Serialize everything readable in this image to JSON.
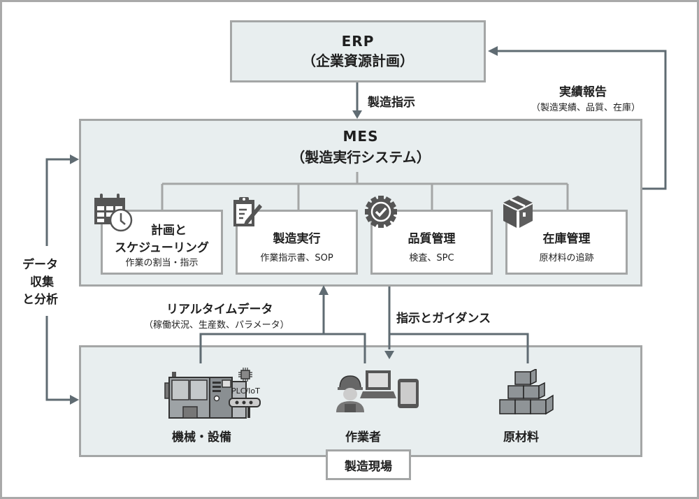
{
  "erp": {
    "title": "ERP",
    "subtitle": "（企業資源計画）"
  },
  "mes": {
    "title": "MES",
    "subtitle": "（製造実行システム）"
  },
  "arrows": {
    "erp_to_mes": "製造指示",
    "report_title": "実績報告",
    "report_sub": "（製造実績、品質、在庫）",
    "data_collect": [
      "データ",
      "収集",
      "と分析"
    ],
    "realtime_title": "リアルタイムデータ",
    "realtime_sub": "（稼働状況、生産数、パラメータ）",
    "guidance": "指示とガイダンス"
  },
  "modules": [
    {
      "icon": "calendar-clock-icon",
      "title_line1": "計画と",
      "title_line2": "スケジューリング",
      "sub": "作業の割当・指示"
    },
    {
      "icon": "clipboard-pen-icon",
      "title": "製造実行",
      "sub": "作業指示書、SOP"
    },
    {
      "icon": "quality-badge-icon",
      "title": "品質管理",
      "sub": "検査、SPC"
    },
    {
      "icon": "box-icon",
      "title": "在庫管理",
      "sub": "原材料の追跡"
    }
  ],
  "shopfloor": {
    "label": "製造現場",
    "items": [
      {
        "icon": "machine-icon",
        "label": "機械・設備",
        "badge": "PLC/IoT"
      },
      {
        "icon": "worker-icon",
        "label": "作業者"
      },
      {
        "icon": "boxes-icon",
        "label": "原材料"
      }
    ]
  },
  "colors": {
    "arrow": "#5f6b72",
    "box_fill": "#e8eeef",
    "box_border": "#a4a6a6",
    "icon": "#555555"
  }
}
